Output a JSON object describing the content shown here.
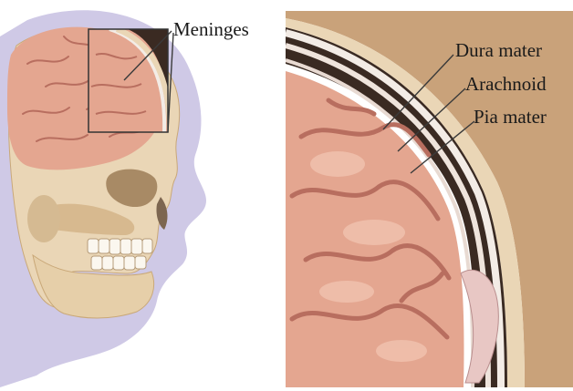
{
  "labels": {
    "meninges": "Meninges",
    "dura_mater": "Dura mater",
    "arachnoid": "Arachnoid",
    "pia_mater": "Pia mater"
  },
  "colors": {
    "brain": "#e4a690",
    "brain_fold": "#b86e5f",
    "skull_bone": "#ead6b6",
    "skull_shadow": "#d7b98f",
    "head_silhouette": "#cfc9e6",
    "dura": "#f3ece6",
    "dark_space": "#3a2a22",
    "leader_line": "#3a3a3a"
  }
}
